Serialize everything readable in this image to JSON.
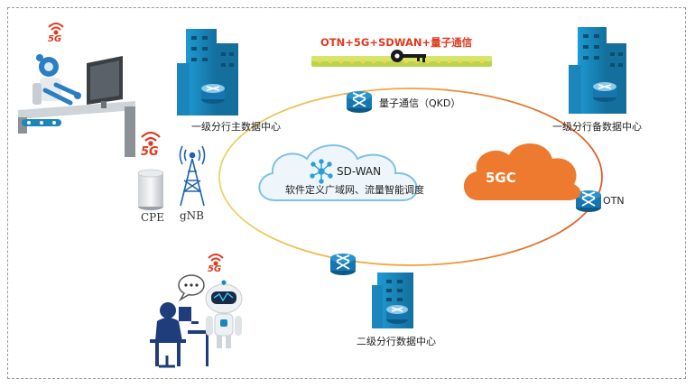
{
  "headline": "OTN+5G+SDWAN+量子通信",
  "qkd_label": "量子通信（QKD）",
  "main_dc_label": "一级分行主数据中心",
  "backup_dc_label": "一级分行备数据中心",
  "secondary_dc_label": "二级分行数据中心",
  "sdwan": {
    "title": "SD-WAN",
    "subtitle": "软件定义广域网、流量智能调度"
  },
  "core_label": "5GC",
  "otn_label": "OTN",
  "cpe_label": "CPE",
  "gnb_label": "gNB",
  "five_g_badge": "5G",
  "colors": {
    "accent_red": "#e03a1e",
    "building_blue": "#1b8fc6",
    "router_blue": "#1677b0",
    "core_orange": "#ee7a2f",
    "cloud_fill": "#eef6fb",
    "cloud_stroke": "#7ec1e6"
  }
}
